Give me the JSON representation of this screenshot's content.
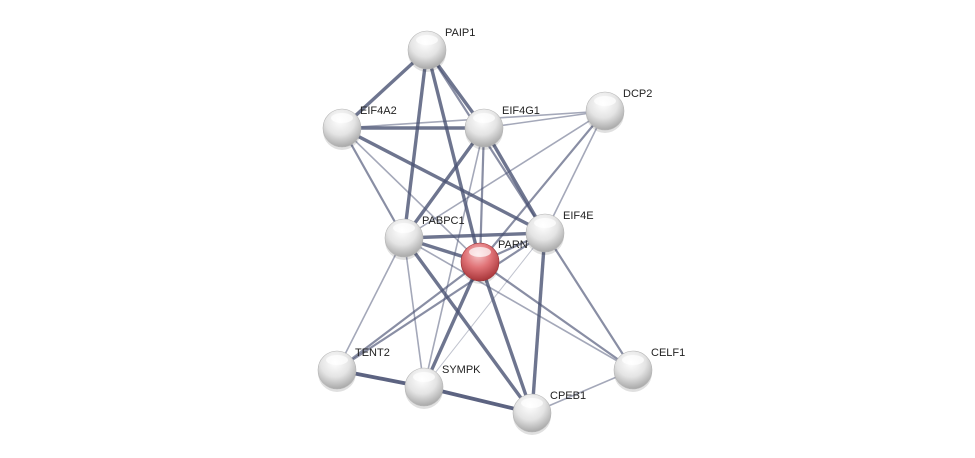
{
  "network": {
    "query_color": "#d9585c",
    "node_color": "#e2e2e2",
    "edge_color": "#4a5273",
    "nodes": [
      {
        "id": "PAIP1",
        "label": "PAIP1"
      },
      {
        "id": "EIF4A2",
        "label": "EIF4A2"
      },
      {
        "id": "EIF4G1",
        "label": "EIF4G1"
      },
      {
        "id": "DCP2",
        "label": "DCP2"
      },
      {
        "id": "PABPC1",
        "label": "PABPC1"
      },
      {
        "id": "PARN",
        "label": "PARN",
        "query": true
      },
      {
        "id": "EIF4E",
        "label": "EIF4E"
      },
      {
        "id": "TENT2",
        "label": "TENT2"
      },
      {
        "id": "SYMPK",
        "label": "SYMPK"
      },
      {
        "id": "CPEB1",
        "label": "CPEB1"
      },
      {
        "id": "CELF1",
        "label": "CELF1"
      }
    ],
    "edges": [
      [
        "PAIP1",
        "EIF4A2",
        3
      ],
      [
        "PAIP1",
        "PABPC1",
        3
      ],
      [
        "PAIP1",
        "PARN",
        3
      ],
      [
        "PAIP1",
        "EIF4G1",
        3
      ],
      [
        "PAIP1",
        "EIF4E",
        2
      ],
      [
        "EIF4A2",
        "EIF4G1",
        3
      ],
      [
        "EIF4A2",
        "DCP2",
        1
      ],
      [
        "EIF4A2",
        "PABPC1",
        2
      ],
      [
        "EIF4A2",
        "EIF4E",
        3
      ],
      [
        "EIF4A2",
        "PARN",
        1
      ],
      [
        "EIF4G1",
        "DCP2",
        1
      ],
      [
        "EIF4G1",
        "PABPC1",
        3
      ],
      [
        "EIF4G1",
        "PARN",
        2
      ],
      [
        "EIF4G1",
        "EIF4E",
        3
      ],
      [
        "EIF4G1",
        "SYMPK",
        1
      ],
      [
        "DCP2",
        "PABPC1",
        1
      ],
      [
        "DCP2",
        "PARN",
        2
      ],
      [
        "DCP2",
        "EIF4E",
        1
      ],
      [
        "PABPC1",
        "PARN",
        3
      ],
      [
        "PABPC1",
        "EIF4E",
        3
      ],
      [
        "PABPC1",
        "TENT2",
        1
      ],
      [
        "PABPC1",
        "SYMPK",
        1
      ],
      [
        "PABPC1",
        "CPEB1",
        3
      ],
      [
        "PABPC1",
        "CELF1",
        1
      ],
      [
        "PARN",
        "EIF4E",
        2
      ],
      [
        "PARN",
        "TENT2",
        2
      ],
      [
        "PARN",
        "SYMPK",
        3
      ],
      [
        "PARN",
        "CPEB1",
        3
      ],
      [
        "PARN",
        "CELF1",
        2
      ],
      [
        "EIF4E",
        "TENT2",
        2
      ],
      [
        "EIF4E",
        "SYMPK",
        0
      ],
      [
        "EIF4E",
        "CPEB1",
        3
      ],
      [
        "EIF4E",
        "CELF1",
        2
      ],
      [
        "TENT2",
        "SYMPK",
        4
      ],
      [
        "SYMPK",
        "CPEB1",
        4
      ],
      [
        "CPEB1",
        "CELF1",
        1
      ]
    ]
  }
}
